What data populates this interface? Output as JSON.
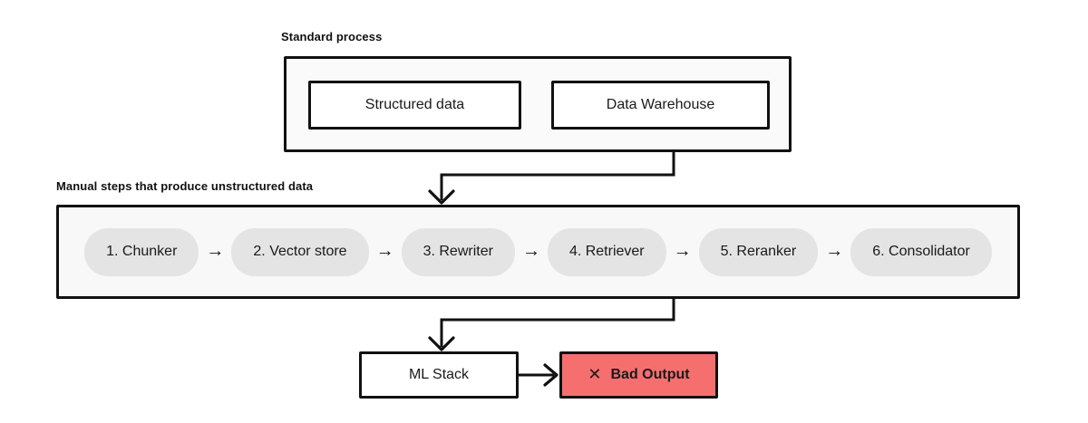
{
  "standard_process": {
    "label": "Standard process",
    "nodes": [
      {
        "label": "Structured data"
      },
      {
        "label": "Data Warehouse"
      }
    ]
  },
  "pipeline": {
    "label": "Manual steps that produce unstructured data",
    "arrow_glyph": "→",
    "steps": [
      {
        "label": "1. Chunker"
      },
      {
        "label": "2. Vector store"
      },
      {
        "label": "3. Rewriter"
      },
      {
        "label": "4. Retriever"
      },
      {
        "label": "5. Reranker"
      },
      {
        "label": "6. Consolidator"
      }
    ]
  },
  "output_flow": {
    "ml_stack": {
      "label": "ML Stack"
    },
    "bad_output": {
      "label": "Bad Output",
      "icon": "✕"
    }
  },
  "colors": {
    "ink": "#111111",
    "container_fill": "#fafafa",
    "pipeline_fill": "#f8f8f8",
    "step_fill": "#e4e4e4",
    "bad_output_fill": "#f66f6f",
    "background": "#ffffff"
  }
}
